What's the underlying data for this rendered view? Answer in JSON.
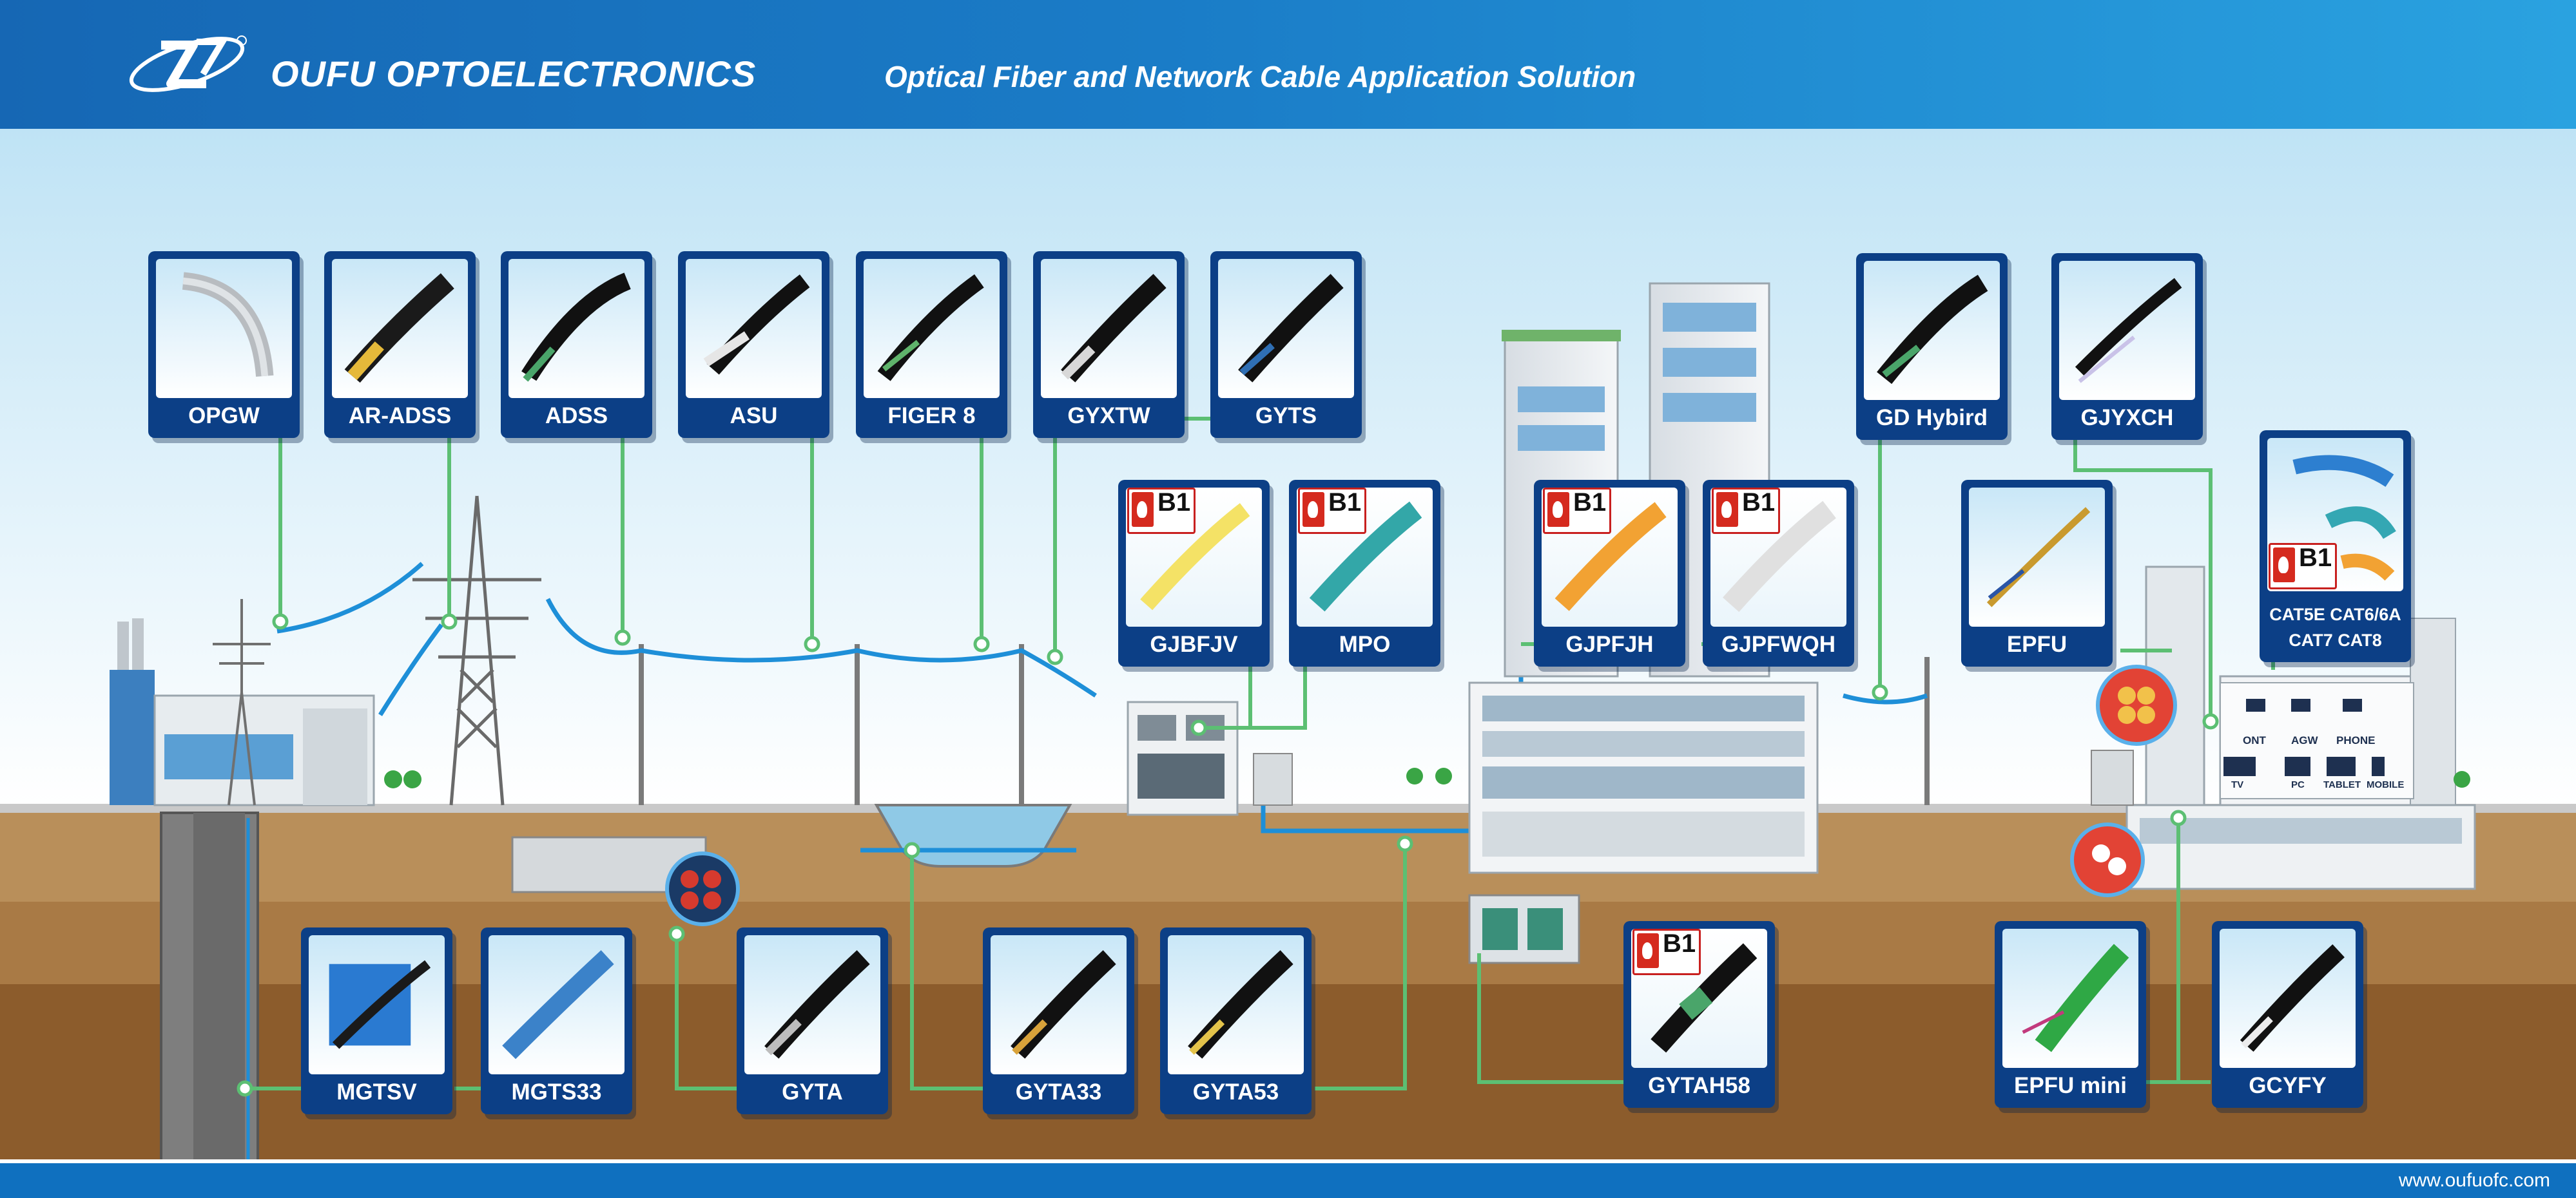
{
  "header": {
    "brand": "OUFU OPTOELECTRONICS",
    "title": "Optical Fiber and Network Cable Application Solution"
  },
  "footer": {
    "url": "www.oufuofc.com"
  },
  "colors": {
    "header_blue": "#1a7cc7",
    "card_navy": "#0c3f86",
    "connector_green": "#5cbf73",
    "cable_blue": "#1e8fd8",
    "b1_red": "#c8201f"
  },
  "badge": {
    "text": "B1"
  },
  "cards": {
    "opgw": {
      "label": "OPGW"
    },
    "ar_adss": {
      "label": "AR-ADSS"
    },
    "adss": {
      "label": "ADSS"
    },
    "asu": {
      "label": "ASU"
    },
    "figer8": {
      "label": "FIGER 8"
    },
    "gyxtw": {
      "label": "GYXTW"
    },
    "gyts": {
      "label": "GYTS"
    },
    "gjbfjv": {
      "label": "GJBFJV",
      "b1": true
    },
    "mpo": {
      "label": "MPO",
      "b1": true
    },
    "gjpfjh": {
      "label": "GJPFJH",
      "b1": true
    },
    "gjpfwqh": {
      "label": "GJPFWQH",
      "b1": true
    },
    "gd_hybird": {
      "label": "GD Hybird"
    },
    "gjyxch": {
      "label": "GJYXCH"
    },
    "epfu": {
      "label": "EPFU"
    },
    "cat": {
      "line1": "CAT5E  CAT6/6A",
      "line2": "CAT7   CAT8",
      "b1": true
    },
    "mgtsv": {
      "label": "MGTSV"
    },
    "mgts33": {
      "label": "MGTS33"
    },
    "gyta": {
      "label": "GYTA"
    },
    "gyta33": {
      "label": "GYTA33"
    },
    "gyta53": {
      "label": "GYTA53"
    },
    "gytah58": {
      "label": "GYTAH58",
      "b1": true
    },
    "epfu_mini": {
      "label": "EPFU mini"
    },
    "gcyfy": {
      "label": "GCYFY"
    }
  },
  "home_devices": {
    "ont": "ONT",
    "agw": "AGW",
    "phone": "PHONE",
    "tv": "TV",
    "pc": "PC",
    "tablet": "TABLET",
    "mobile": "MOBILE"
  }
}
